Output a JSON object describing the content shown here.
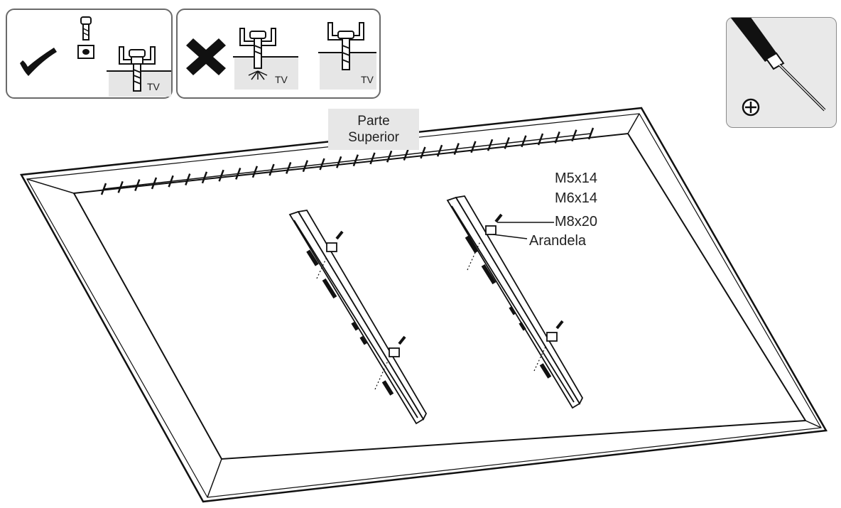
{
  "top_label": {
    "line1": "Parte",
    "line2": "Superior"
  },
  "hardware_callouts": {
    "screw1": "M5x14",
    "screw2": "M6x14",
    "screw3": "M8x20",
    "washer": "Arandela"
  },
  "icons": {
    "correct": "check-mark-icon",
    "incorrect": "x-mark-icon",
    "tool": "phillips-screwdriver-icon"
  },
  "tv_tag": "TV",
  "colors": {
    "line": "#1a1a1a",
    "panel_gray": "#e6e6e6"
  }
}
